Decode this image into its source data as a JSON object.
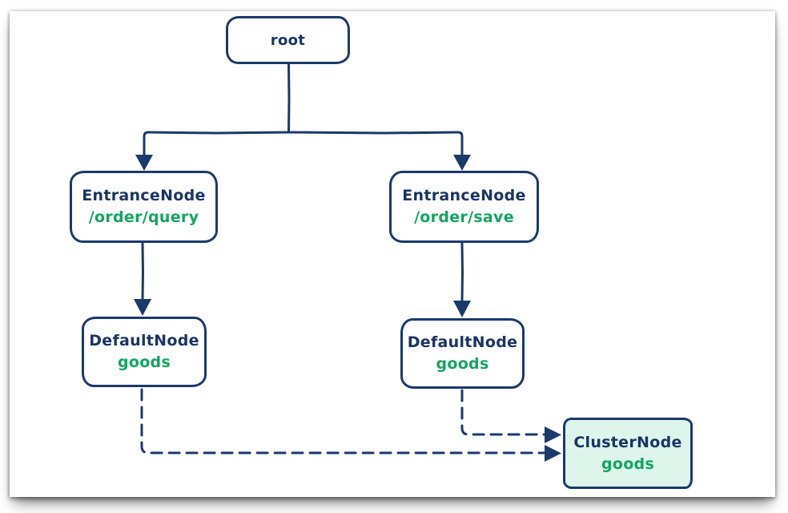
{
  "diagram": {
    "colors": {
      "line_navy": "#1b3a6b",
      "text_navy": "#1a3464",
      "text_green": "#13a563",
      "node_fill": "#ffffff",
      "cluster_fill": "#def5ec",
      "canvas_background": "#ffffff"
    },
    "nodes": {
      "root": {
        "label": "root"
      },
      "entrance_query": {
        "label": "EntranceNode",
        "sublabel": "/order/query"
      },
      "entrance_save": {
        "label": "EntranceNode",
        "sublabel": "/order/save"
      },
      "default_query": {
        "label": "DefaultNode",
        "sublabel": "goods"
      },
      "default_save": {
        "label": "DefaultNode",
        "sublabel": "goods"
      },
      "cluster": {
        "label": "ClusterNode",
        "sublabel": "goods"
      }
    },
    "edges": [
      {
        "from": "root",
        "to": "entrance_query",
        "style": "solid",
        "arrow": "down"
      },
      {
        "from": "root",
        "to": "entrance_save",
        "style": "solid",
        "arrow": "down"
      },
      {
        "from": "entrance_query",
        "to": "default_query",
        "style": "solid",
        "arrow": "down"
      },
      {
        "from": "entrance_save",
        "to": "default_save",
        "style": "solid",
        "arrow": "down"
      },
      {
        "from": "default_query",
        "to": "cluster",
        "style": "dashed",
        "arrow": "right"
      },
      {
        "from": "default_save",
        "to": "cluster",
        "style": "dashed",
        "arrow": "right"
      }
    ]
  }
}
